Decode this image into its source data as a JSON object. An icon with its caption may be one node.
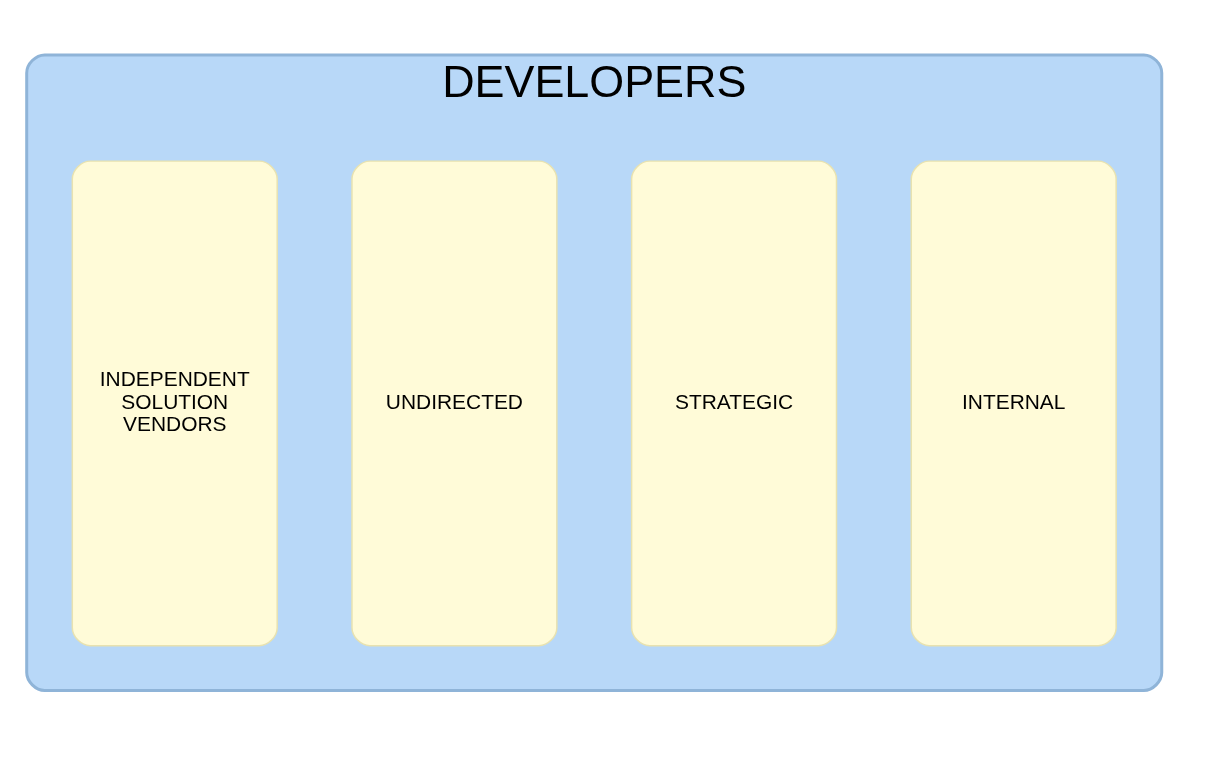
{
  "diagram": {
    "nodes": [
      {
        "text": [
          "DEVELOPERS"
        ]
      },
      {
        "text": [
          "INTERNAL"
        ],
        "in": 0
      },
      {
        "text": [
          "STRATEGIC"
        ],
        "in": 0
      },
      {
        "text": [
          "UNDIRECTED"
        ],
        "in": 0
      },
      {
        "text": [
          "INDEPENDENT SOLUTION VENDORS"
        ],
        "in": 0
      }
    ]
  }
}
